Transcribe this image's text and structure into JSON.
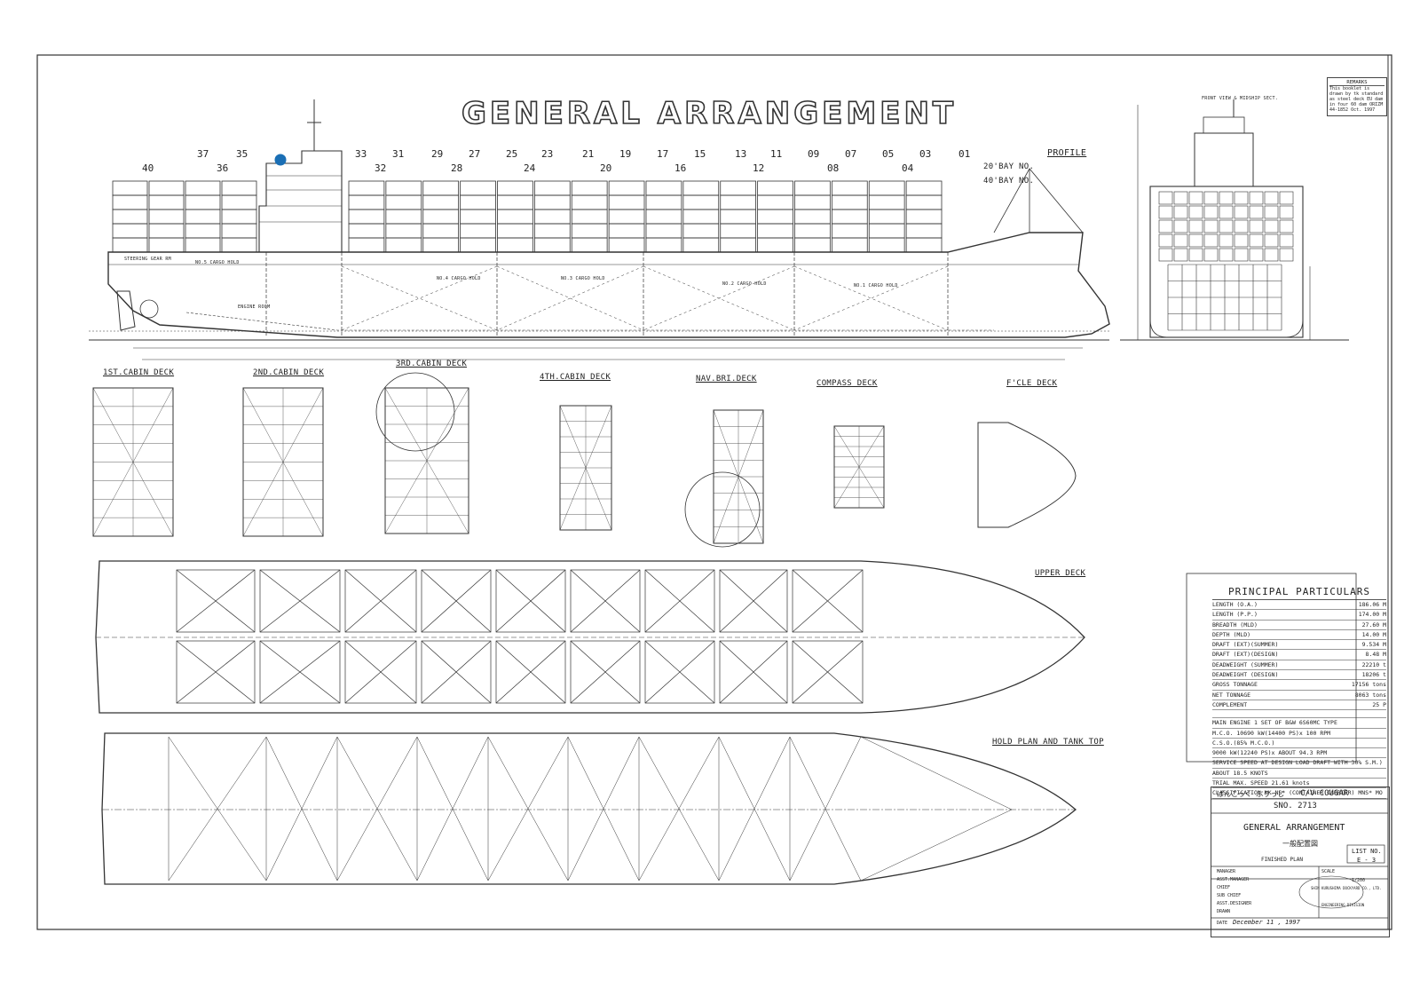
{
  "sheet": {
    "title": "GENERAL ARRANGEMENT",
    "remarks_heading": "REMARKS",
    "remarks_note": "This booklet is drawn by tk standard as steel deck EU dam in four 60 dam ORIZM 44-1852 Oct. 1997",
    "front_view_label": "FRONT VIEW & MIDSHIP SECT."
  },
  "profile": {
    "label": "PROFILE",
    "bay20_label": "20'BAY NO.",
    "bay40_label": "40'BAY NO.",
    "bays_top": [
      "37",
      "35",
      "33",
      "31",
      "29",
      "27",
      "25",
      "23",
      "21",
      "19",
      "17",
      "15",
      "13",
      "11",
      "09",
      "07",
      "05",
      "03",
      "01"
    ],
    "bays_bottom": [
      "40",
      "36",
      "32",
      "28",
      "24",
      "20",
      "16",
      "12",
      "08",
      "04"
    ],
    "holds": [
      "NO.5 CARGO HOLD",
      "NO.4 CARGO HOLD",
      "NO.3 CARGO HOLD",
      "NO.2 CARGO HOLD",
      "NO.1 CARGO HOLD"
    ],
    "steering_gear": "STEERING GEAR RM",
    "engine_room": "ENGINE ROOM"
  },
  "decks": {
    "first_cabin": "1ST.CABIN DECK",
    "second_cabin": "2ND.CABIN DECK",
    "third_cabin": "3RD.CABIN DECK",
    "fourth_cabin": "4TH.CABIN DECK",
    "nav_bridge": "NAV.BRI.DECK",
    "compass": "COMPASS DECK",
    "fcle": "F'CLE DECK",
    "upper": "UPPER DECK",
    "hold_plan": "HOLD PLAN AND TANK TOP"
  },
  "particulars": {
    "title": "PRINCIPAL PARTICULARS",
    "rows": [
      {
        "label": "LENGTH (O.A.)",
        "value": "186.06 M"
      },
      {
        "label": "LENGTH (P.P.)",
        "value": "174.00 M"
      },
      {
        "label": "BREADTH (MLD)",
        "value": "27.60 M"
      },
      {
        "label": "DEPTH (MLD)",
        "value": "14.00 M"
      },
      {
        "label": "DRAFT (EXT)(SUMMER)",
        "value": "9.534 M"
      },
      {
        "label": "DRAFT (EXT)(DESIGN)",
        "value": "8.48 M"
      },
      {
        "label": "DEADWEIGHT (SUMMER)",
        "value": "22210 t"
      },
      {
        "label": "DEADWEIGHT (DESIGN)",
        "value": "18206 t"
      },
      {
        "label": "GROSS TONNAGE",
        "value": "17156 tons"
      },
      {
        "label": "NET TONNAGE",
        "value": "8063 tons"
      },
      {
        "label": "COMPLEMENT",
        "value": "25 P"
      }
    ],
    "engine_lines": [
      "MAIN ENGINE    1 SET OF  B&W 6S60MC TYPE",
      "M.C.O.       10690 kW(14400 PS)x  100 RPM",
      "C.S.O.(85% M.C.O.)",
      "9000 kW(12240 PS)x ABOUT 94.3 RPM",
      "SERVICE SPEED AT DESIGN LOAD DRAFT WITH 30% S.M.)",
      "ABOUT 18.5 KNOTS",
      "TRIAL MAX. SPEED       21.61 knots",
      "CLASSIFICATION  NK NS* (CONTAINER CARRIER) MNS* MO"
    ]
  },
  "title_block": {
    "ship_jp": "ぱんこっく ぶりっじ",
    "ship_name": "C/V COUGAR",
    "sno": "SNO. 2713",
    "drawing_title": "GENERAL ARRANGEMENT",
    "drawing_title_jp": "一般配置図",
    "list_no_label": "LIST NO.",
    "list_no": "E - 3",
    "finished": "FINISHED PLAN",
    "scale_label": "SCALE",
    "scale": "1/200",
    "roles": [
      "MANAGER",
      "ASST.MANAGER",
      "CHIEF",
      "SUB CHIEF",
      "ASST.DESIGNER",
      "DRAWN"
    ],
    "builder": "SHIN KURUSHIMA DOCKYARD CO., LTD.",
    "division": "ENGINEERING DIVISION",
    "date_label": "DATE",
    "date": "December 11 , 1997"
  }
}
